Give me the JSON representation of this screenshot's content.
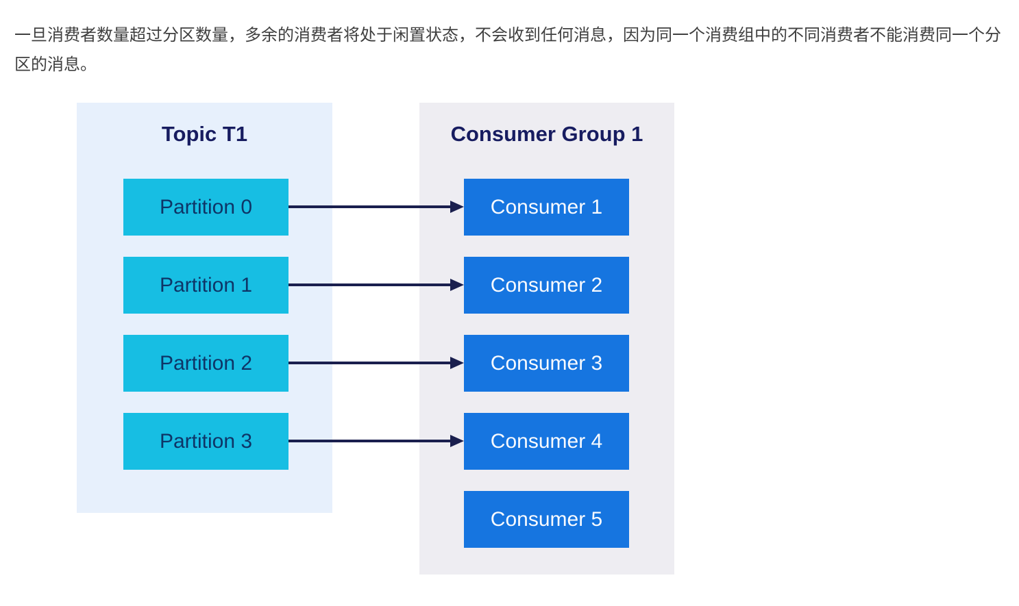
{
  "paragraph": {
    "text": "一旦消费者数量超过分区数量，多余的消费者将处于闲置状态，不会收到任何消息，因为同一个消费组中的不同消费者不能消费同一个分区的消息。"
  },
  "diagram": {
    "topic_panel": {
      "title": "Topic T1",
      "partitions": [
        {
          "label": "Partition 0"
        },
        {
          "label": "Partition 1"
        },
        {
          "label": "Partition 2"
        },
        {
          "label": "Partition 3"
        }
      ]
    },
    "consumer_panel": {
      "title": "Consumer Group 1",
      "consumers": [
        {
          "label": "Consumer 1"
        },
        {
          "label": "Consumer 2"
        },
        {
          "label": "Consumer 3"
        },
        {
          "label": "Consumer 4"
        },
        {
          "label": "Consumer 5"
        }
      ]
    },
    "assignments": [
      {
        "from": "Partition 0",
        "to": "Consumer 1"
      },
      {
        "from": "Partition 1",
        "to": "Consumer 2"
      },
      {
        "from": "Partition 2",
        "to": "Consumer 3"
      },
      {
        "from": "Partition 3",
        "to": "Consumer 4"
      }
    ]
  },
  "colors": {
    "topic_panel_bg": "#e7f0fc",
    "consumer_panel_bg": "#eeedf2",
    "partition_box": "#17bee3",
    "consumer_box": "#1675e0",
    "panel_title_text": "#171c60",
    "partition_text": "#0e3567",
    "consumer_text": "#f8fafe",
    "arrow": "#1a1f4e",
    "body_text": "#3f3f3f"
  }
}
